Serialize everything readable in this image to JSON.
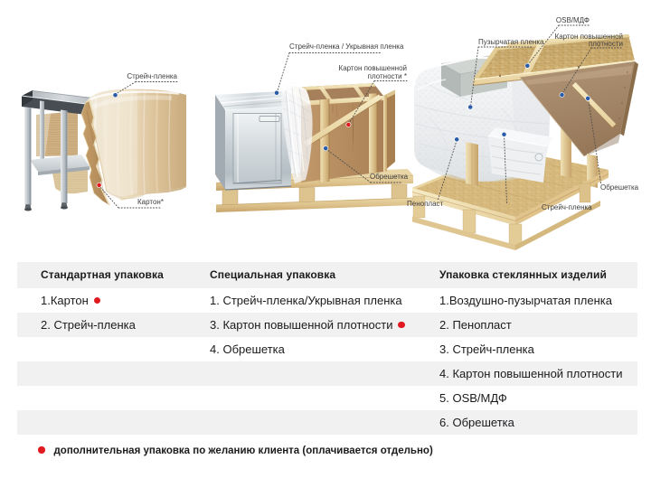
{
  "colors": {
    "accent_red": "#e11a1f",
    "accent_blue": "#2b5ca8",
    "row_gray": "#f1f1f2",
    "text_dark": "#1b1b1d",
    "label_text": "#3e3e40"
  },
  "photos": {
    "standard": {
      "alt": "стол, обернутый картоном и стрейч-пленкой",
      "labels": {
        "stretch": {
          "text": "Стрейч-пленка",
          "dot": "blue"
        },
        "carton": {
          "text": "Картон*",
          "dot": "red"
        }
      }
    },
    "special": {
      "alt": "холодильный стол в обрешетке с картоном на поддоне",
      "labels": {
        "stretch_cover": {
          "text": "Стрейч-пленка / Укрывная пленка",
          "dot": "blue"
        },
        "dense_carton": {
          "lines": [
            "Картон повышенной",
            "плотности *"
          ],
          "dot": "red"
        },
        "crate": {
          "text": "Обрешетка",
          "dot": "blue"
        }
      }
    },
    "glass": {
      "alt": "стеклянное изделие в пленке, пенопласте и обрешетке на поддоне",
      "labels": {
        "osb": {
          "text": "OSB/МДФ",
          "dot": "blue"
        },
        "dense_carton": {
          "lines": [
            "Картон повышенной",
            "плотности"
          ],
          "dot": "blue"
        },
        "bubble": {
          "text": "Пузырчатая пленка",
          "dot": "blue"
        },
        "crate": {
          "text": "Обрешетка",
          "dot": "blue"
        },
        "stretch": {
          "text": "Стрейч-пленка",
          "dot": "blue"
        },
        "foam": {
          "text": "Пенопласт",
          "dot": "blue"
        }
      }
    }
  },
  "table": {
    "columns": [
      {
        "header": "Стандартная упаковка",
        "items": [
          {
            "text": "1.Картон",
            "flag": true
          },
          {
            "text": "2. Стрейч-пленка",
            "flag": false
          }
        ]
      },
      {
        "header": "Специальная упаковка",
        "items": [
          {
            "text": "1. Стрейч-пленка/Укрывная пленка",
            "flag": false
          },
          {
            "text": "3. Картон повышенной плотности",
            "flag": true
          },
          {
            "text": "4. Обрешетка",
            "flag": false
          }
        ]
      },
      {
        "header": "Упаковка стеклянных изделий",
        "items": [
          {
            "text": "1.Воздушно-пузырчатая пленка",
            "flag": false
          },
          {
            "text": "2. Пенопласт",
            "flag": false
          },
          {
            "text": "3. Стрейч-пленка",
            "flag": false
          },
          {
            "text": "4. Картон повышенной плотности",
            "flag": false
          },
          {
            "text": "5. OSB/МДФ",
            "flag": false
          },
          {
            "text": "6. Обрешетка",
            "flag": false
          }
        ]
      }
    ]
  },
  "footnote": {
    "text": "дополнительная упаковка по желанию клиента (оплачивается отдельно)"
  }
}
